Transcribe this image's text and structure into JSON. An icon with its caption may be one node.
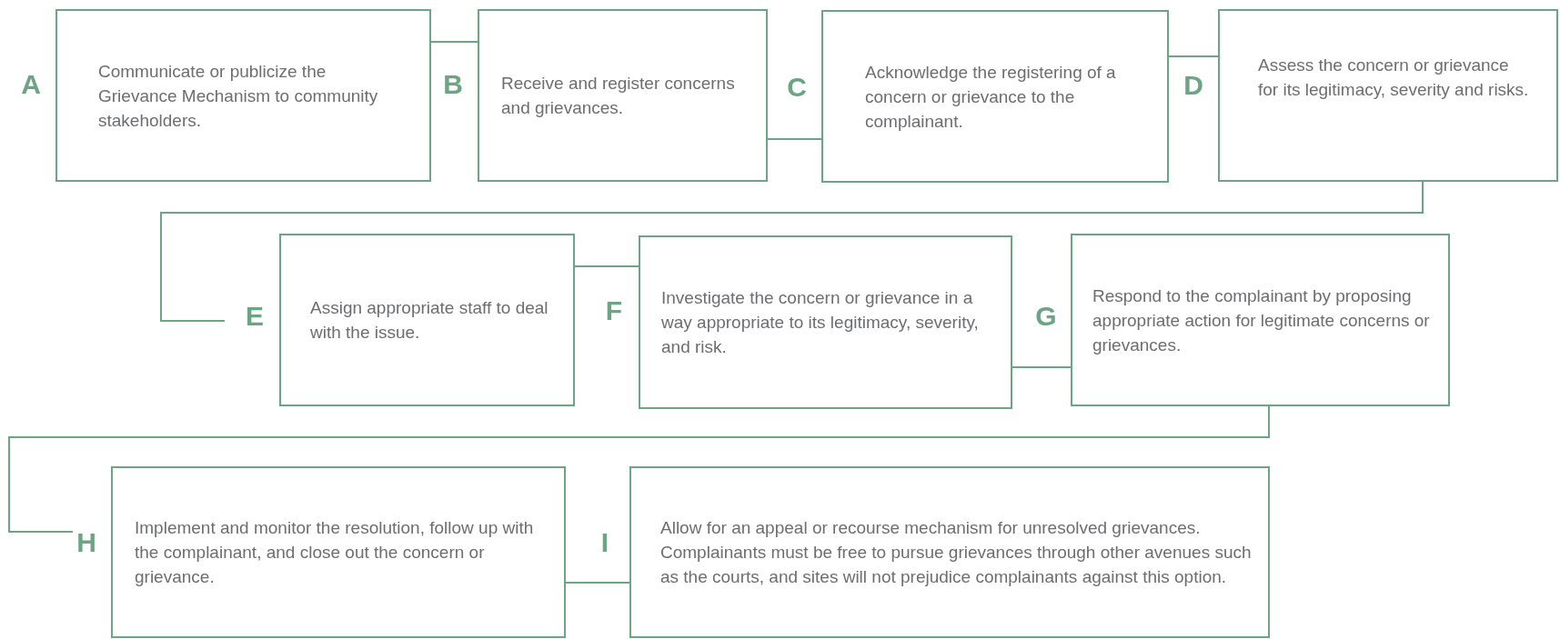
{
  "diagram": {
    "nodes": [
      {
        "text": [
          "Communicate or publicize the Grievance Mechanism to community stakeholders."
        ],
        "beside": [
          "A"
        ]
      },
      {
        "text": [
          "Receive and register concerns and grievances."
        ],
        "beside": [
          "B"
        ]
      },
      {
        "text": [
          "Acknowledge the registering of a concern or grievance to the complainant."
        ],
        "beside": [
          "C"
        ]
      },
      {
        "text": [
          "Assess the concern or grievance for its legitimacy, severity and risks."
        ],
        "beside": [
          "D"
        ]
      },
      {
        "text": [
          "Assign appropriate staff to deal with the issue."
        ],
        "beside": [
          "E"
        ]
      },
      {
        "text": [
          "Investigate the concern or grievance in a way appropriate to its legitimacy, severity, and risk."
        ],
        "beside": [
          "F"
        ]
      },
      {
        "text": [
          "Respond to the complainant by proposing appropriate action for legitimate concerns or grievances."
        ],
        "beside": [
          "G"
        ]
      },
      {
        "text": [
          "Implement and monitor the resolution, follow up with the complainant, and close out the concern or grievance."
        ],
        "beside": [
          "H"
        ]
      },
      {
        "text": [
          "Allow for an appeal or recourse mechanism for unresolved grievances. Complainants must be free to pursue grievances through other avenues such as the courts, and sites will not prejudice complainants against this option."
        ],
        "beside": [
          "I"
        ]
      }
    ],
    "edges": [
      {
        "from": 0,
        "to": 1,
        "arrow": "none"
      },
      {
        "from": 1,
        "to": 2,
        "arrow": "none"
      },
      {
        "from": 2,
        "to": 3,
        "arrow": "none"
      },
      {
        "from": 3,
        "to": 4,
        "arrow": "none"
      },
      {
        "from": 4,
        "to": 5,
        "arrow": "none"
      },
      {
        "from": 5,
        "to": 6,
        "arrow": "none"
      },
      {
        "from": 6,
        "to": 7,
        "arrow": "none"
      },
      {
        "from": 7,
        "to": 8,
        "arrow": "none"
      }
    ]
  }
}
